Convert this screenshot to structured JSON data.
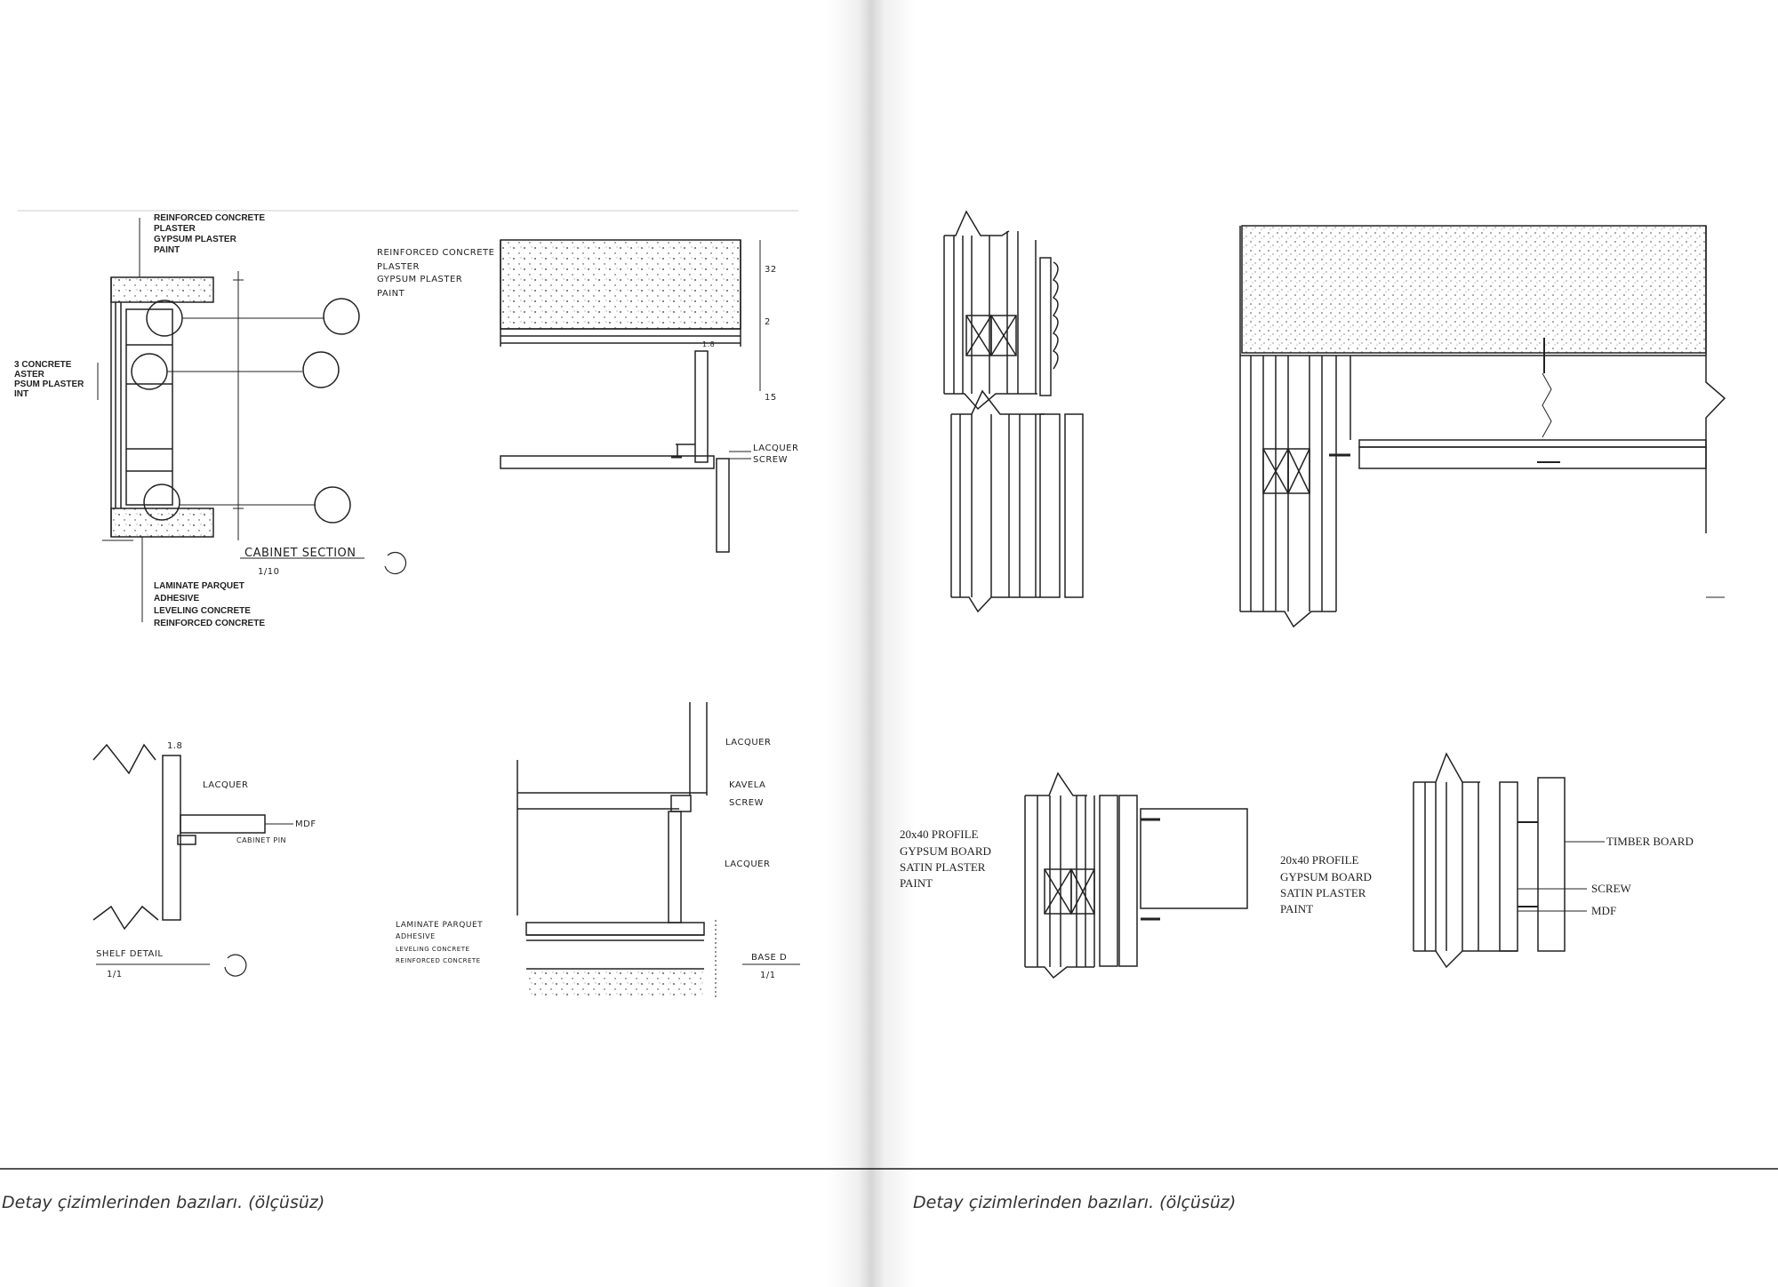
{
  "left_page": {
    "caption": "Detay çizimlerinden bazıları. (ölçüsüz)",
    "cabinet_section": {
      "top_layers": [
        "REINFORCED CONCRETE",
        "PLASTER",
        "GYPSUM PLASTER",
        "PAINT"
      ],
      "side_layers": [
        "3 CONCRETE",
        "ASTER",
        "PSUM PLASTER",
        "INT"
      ],
      "bottom_layers": [
        "LAMINATE PARQUET",
        "ADHESIVE",
        "LEVELING CONCRETE",
        "REINFORCED CONCRETE"
      ],
      "title": "CABINET SECTION",
      "scale": "1/10"
    },
    "ceiling_detail": {
      "layers": [
        "REINFORCED CONCRETE",
        "PLASTER",
        "GYPSUM PLASTER",
        "PAINT"
      ],
      "labels": [
        "LACQUER",
        "SCREW"
      ],
      "dims": [
        "32",
        "2",
        "15",
        "1.8"
      ]
    },
    "shelf_detail": {
      "labels": [
        "LACQUER",
        "MDF",
        "CABINET PIN"
      ],
      "dim": "1.8",
      "title": "SHELF DETAIL",
      "scale": "1/1"
    },
    "base_detail": {
      "labels": [
        "LACQUER",
        "KAVELA",
        "SCREW",
        "LACQUER"
      ],
      "layers": [
        "LAMINATE PARQUET",
        "ADHESIVE",
        "LEVELING CONCRETE",
        "REINFORCED CONCRETE"
      ],
      "title": "BASE D",
      "scale": "1/1"
    }
  },
  "right_page": {
    "caption": "Detay çizimlerinden bazıları. (ölçüsüz)",
    "detail_left": {
      "labels": [
        "20x40 PROFILE",
        "GYPSUM BOARD",
        "SATIN PLASTER",
        "PAINT"
      ]
    },
    "detail_right": {
      "labels_left": [
        "20x40 PROFILE",
        "GYPSUM BOARD",
        "SATIN PLASTER",
        "PAINT"
      ],
      "labels_right": [
        "TIMBER BOARD",
        "SCREW",
        "MDF"
      ]
    }
  }
}
